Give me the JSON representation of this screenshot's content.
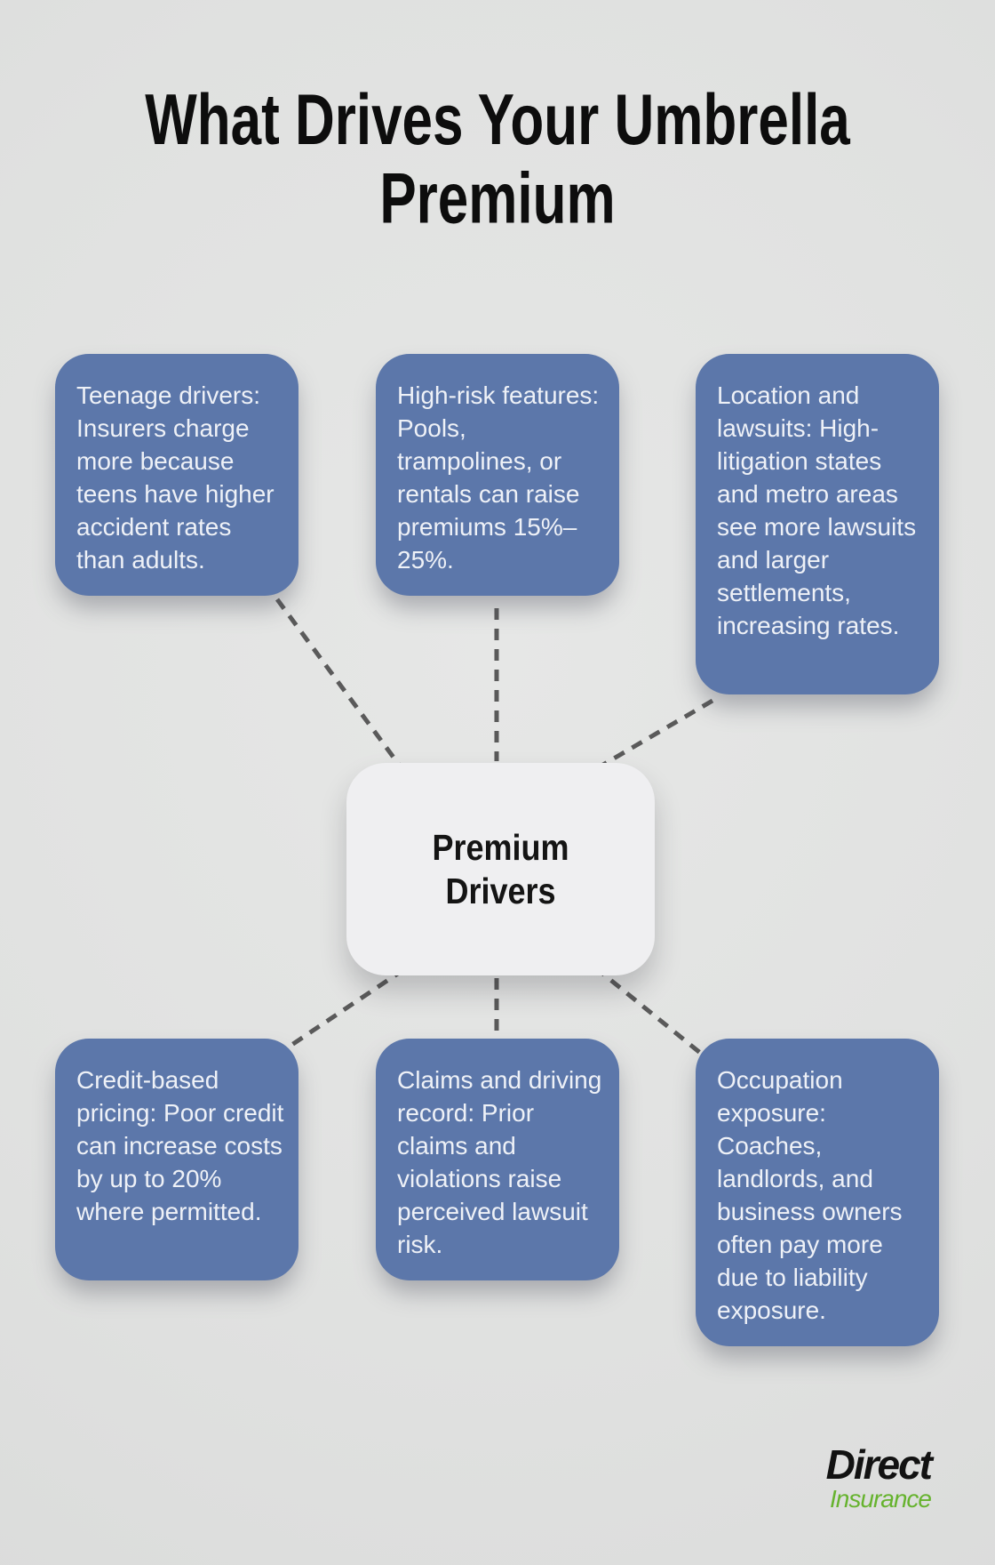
{
  "title": "What Drives Your Umbrella Premium",
  "center_node": {
    "label": "Premium Drivers"
  },
  "factor_nodes": [
    {
      "id": "teenage-drivers",
      "text": "Teenage drivers: Insurers charge more because teens have higher accident rates than adults."
    },
    {
      "id": "high-risk-features",
      "text": "High-risk features: Pools, trampolines, or rentals can raise premiums 15%–25%."
    },
    {
      "id": "location-and-lawsuits",
      "text": "Location and lawsuits: High-litigation states and metro areas see more lawsuits and larger settlements, increasing rates."
    },
    {
      "id": "credit-based-pricing",
      "text": "Credit-based pricing: Poor credit can increase costs by up to 20% where permitted."
    },
    {
      "id": "claims-and-driving-record",
      "text": "Claims and driving record: Prior claims and violations raise perceived lawsuit risk."
    },
    {
      "id": "occupation-exposure",
      "text": "Occupation exposure: Coaches, landlords, and business owners often pay more due to liability exposure."
    }
  ],
  "logo": {
    "primary": "Direct",
    "secondary": "Insurance"
  },
  "colors": {
    "background": "#e0e1e0",
    "node_fill": "#5c77aa",
    "node_text": "#eef1f7",
    "center_fill": "#efeff1",
    "center_text": "#141414",
    "connector": "#5a5a5a",
    "title_text": "#0d0d0d",
    "logo_primary": "#121212",
    "logo_secondary": "#66b32e"
  }
}
